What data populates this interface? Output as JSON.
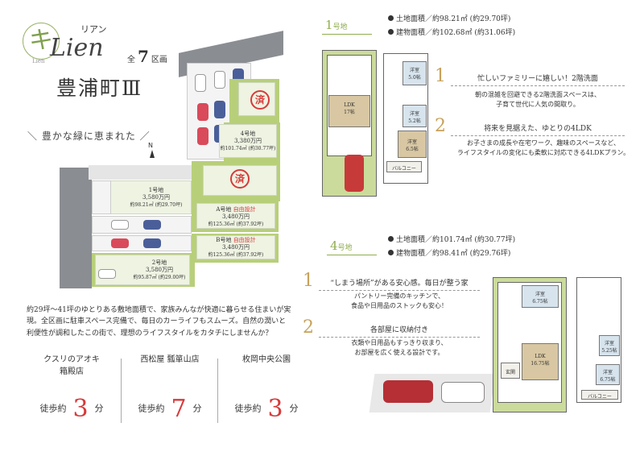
{
  "brand": {
    "logo_mark": "キ",
    "kana": "リアン",
    "word": "Lien",
    "sub": "Lien",
    "total_prefix": "全",
    "total_count": "7",
    "total_suffix": "区画",
    "town": "豊浦町Ⅲ",
    "tagline": "豊かな緑に恵まれた"
  },
  "map": {
    "compass": "N",
    "sold_mark": "済",
    "lots": [
      {
        "name": "1号地",
        "price": "3,580万円",
        "area": "約98.21㎡ (約29.70坪)"
      },
      {
        "name": "2号地",
        "price": "3,580万円",
        "area": "約95.87㎡ (約29.00坪)"
      },
      {
        "name": "4号地",
        "price": "3,380万円",
        "area": "約101.74㎡ (約30.77坪)"
      },
      {
        "name": "A号地",
        "free": "自由設計",
        "price": "3,480万円",
        "area": "約125.36㎡ (約37.92坪)"
      },
      {
        "name": "B号地",
        "free": "自由設計",
        "price": "3,480万円",
        "area": "約125.36㎡ (約37.92坪)"
      }
    ]
  },
  "description": "約29坪～41坪のゆとりある敷地面積で、家族みんなが快適に暮らせる住まいが実現。全区画に駐車スペース完備で、毎日のカーライフもスムーズ。自然の潤いと利便性が調和したこの街で、理想のライフスタイルをカタチにしませんか？",
  "spots": [
    {
      "name": "クスリのアオキ\n箱殿店",
      "walk": "徒歩約",
      "min": "3",
      "unit": "分"
    },
    {
      "name": "西松屋 瓢箪山店",
      "walk": "徒歩約",
      "min": "7",
      "unit": "分"
    },
    {
      "name": "枚岡中央公園",
      "walk": "徒歩約",
      "min": "3",
      "unit": "分"
    }
  ],
  "lot1": {
    "num": "1",
    "suffix": "号地",
    "land": "土地面積／約98.21㎡ (約29.70坪)",
    "building": "建物面積／約102.68㎡ (約31.06坪)",
    "points": [
      {
        "n": "1",
        "title": "忙しいファミリーに嬉しい！2階洗面",
        "body": "朝の混雑を回避できる2階洗面スペースは、\n子育て世代に人気の間取り。"
      },
      {
        "n": "2",
        "title": "将来を見据えた、ゆとりの4LDK",
        "body": "お子さまの成長や在宅ワーク、趣味のスペースなど、\nライフスタイルの変化にも柔軟に対応できる4LDKプラン。"
      }
    ],
    "rooms": {
      "ldk": "LDK\n17帖",
      "r1": "洋室\n5.0帖",
      "r2": "洋室\n5.2帖",
      "r3": "洋室\n6.5帖",
      "balcony": "バルコニー"
    }
  },
  "lot4": {
    "num": "4",
    "suffix": "号地",
    "land": "土地面積／約101.74㎡ (約30.77坪)",
    "building": "建物面積／約98.41㎡ (約29.76坪)",
    "points": [
      {
        "n": "1",
        "title": "“しまう場所”がある安心感。毎日が整う家",
        "body": "パントリー完備のキッチンで、\n食品や日用品のストックも安心！"
      },
      {
        "n": "2",
        "title": "各部屋に収納付き",
        "body": "衣類や日用品もすっきり収まり、\nお部屋を広く使える設計です。"
      }
    ],
    "rooms": {
      "ldk": "LDK\n16.75帖",
      "r1": "洋室\n6.75帖",
      "r2": "洋室\n5.25帖",
      "r3": "洋室\n6.75帖",
      "entrance": "玄関",
      "balcony": "バルコニー"
    }
  },
  "colors": {
    "accent_green": "#8fad4e",
    "accent_red": "#d63a3a",
    "accent_gold": "#c7a25b"
  }
}
